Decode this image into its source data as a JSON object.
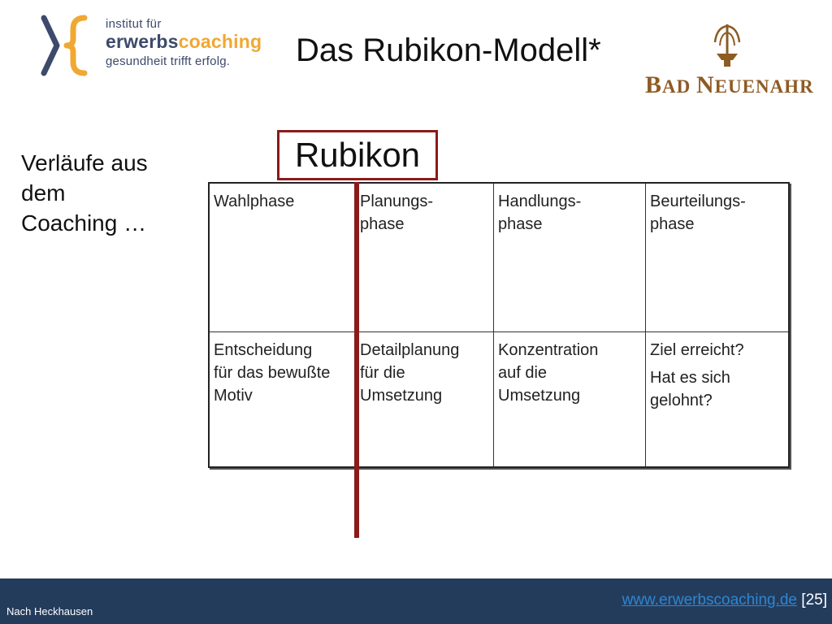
{
  "header": {
    "logo_left": {
      "line1": "institut für",
      "line2_main": "erwerbs",
      "line2_accent": "coaching",
      "line3": "gesundheit trifft erfolg."
    },
    "title": "Das Rubikon-Modell*",
    "logo_right": {
      "initial1": "B",
      "rest1": "AD ",
      "initial2": "N",
      "rest2": "EUENAHR"
    }
  },
  "side_text": {
    "line1": "Verläufe aus",
    "line2": "dem",
    "line3": "Coaching …"
  },
  "rubikon_label": "Rubikon",
  "table": {
    "headers": [
      {
        "line1": "Wahlphase",
        "line2": ""
      },
      {
        "line1": "Planungs-",
        "line2": "phase"
      },
      {
        "line1": "Handlungs-",
        "line2": "phase"
      },
      {
        "line1": "Beurteilungs-",
        "line2": "phase"
      }
    ],
    "row": [
      {
        "lines": [
          "Entscheidung",
          "für das bewußte",
          "Motiv"
        ]
      },
      {
        "lines": [
          "Detailplanung",
          "für die",
          "Umsetzung"
        ]
      },
      {
        "lines": [
          "Konzentration",
          "auf die",
          "Umsetzung"
        ]
      },
      {
        "line1": "Ziel erreicht?",
        "line2a": "Hat es sich",
        "line2b": "gelohnt?"
      }
    ]
  },
  "footer": {
    "source": "Nach Heckhausen",
    "link": "www.erwerbscoaching.de",
    "page": " [25]"
  },
  "colors": {
    "navy": "#3d4a6b",
    "orange": "#f0a832",
    "rubikon_red": "#8b1a1a",
    "footer_bg": "#243c5c",
    "brand_brown": "#8e5b24",
    "link_blue": "#2e86d1"
  }
}
